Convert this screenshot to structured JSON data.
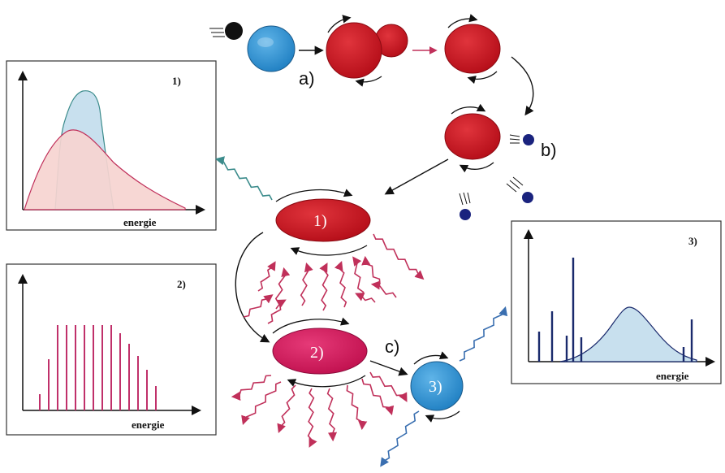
{
  "steps": {
    "a": "a)",
    "b": "b)",
    "c": "c)"
  },
  "nuclei": {
    "n1": "1)",
    "n2": "2)",
    "n3": "3)"
  },
  "panels": {
    "p1": {
      "number": "1)",
      "xlabel": "energie"
    },
    "p2": {
      "number": "2)",
      "xlabel": "energie"
    },
    "p3": {
      "number": "3)",
      "xlabel": "energie"
    }
  },
  "colors": {
    "nucleus_red": "#c8101e",
    "nucleus_magenta": "#d2145a",
    "nucleus_blue": "#2a8fd0",
    "projectile_black": "#111111",
    "neutron_blue": "#1a237e",
    "photon_pink": "#c0305a",
    "photon_teal": "#3c8c8c",
    "photon_blue": "#3a6fb0",
    "spectrum_blue_fill": "#c8e0ee",
    "spectrum_pink_fill": "#f6d4d0",
    "line_pink": "#c0306a",
    "line_navy": "#1a2a6c"
  },
  "icons": [
    "projectile-icon",
    "target-nucleus-icon",
    "compound-nucleus-icon",
    "neutron-icon",
    "photon-icon",
    "rotation-arrow-icon"
  ]
}
